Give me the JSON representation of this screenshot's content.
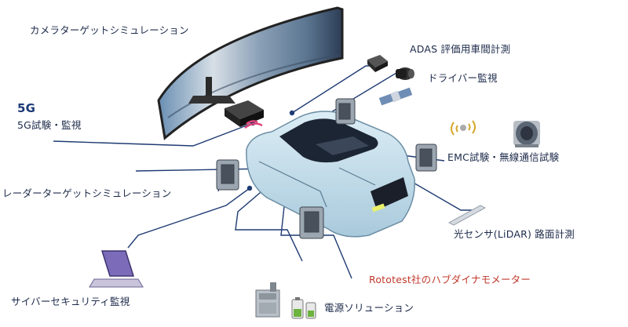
{
  "labels": {
    "camera": "カメラターゲットシミュレーション",
    "adas": "ADAS 評価用車間計測",
    "driver": "ドライバー監視",
    "fiveg_mark": "5G",
    "fiveg": "5G試験・監視",
    "emc": "EMC試験・無線通信試験",
    "radar": "レーダーターゲットシミュレーション",
    "lidar": "光センサ(LiDAR) 路面計測",
    "rototest": "Rototest社のハブダイナモメーター",
    "cyber": "サイバーセキュリティ監視",
    "power": "電源ソリューション"
  },
  "colors": {
    "line": "#1f3b73",
    "car_body": "#c9e2ee",
    "accent_red": "#c0392b",
    "text": "#1c2a4a"
  },
  "icons": [
    "curved-monitor-icon",
    "radar-box-icon",
    "adas-sensor-icon",
    "driver-camera-icon",
    "satellite-icon",
    "wireless-icon",
    "emc-drum-icon",
    "lidar-bar-icon",
    "hub-dyno-icon",
    "laptop-icon",
    "power-cabinet-icon",
    "battery-icon",
    "car-icon"
  ]
}
